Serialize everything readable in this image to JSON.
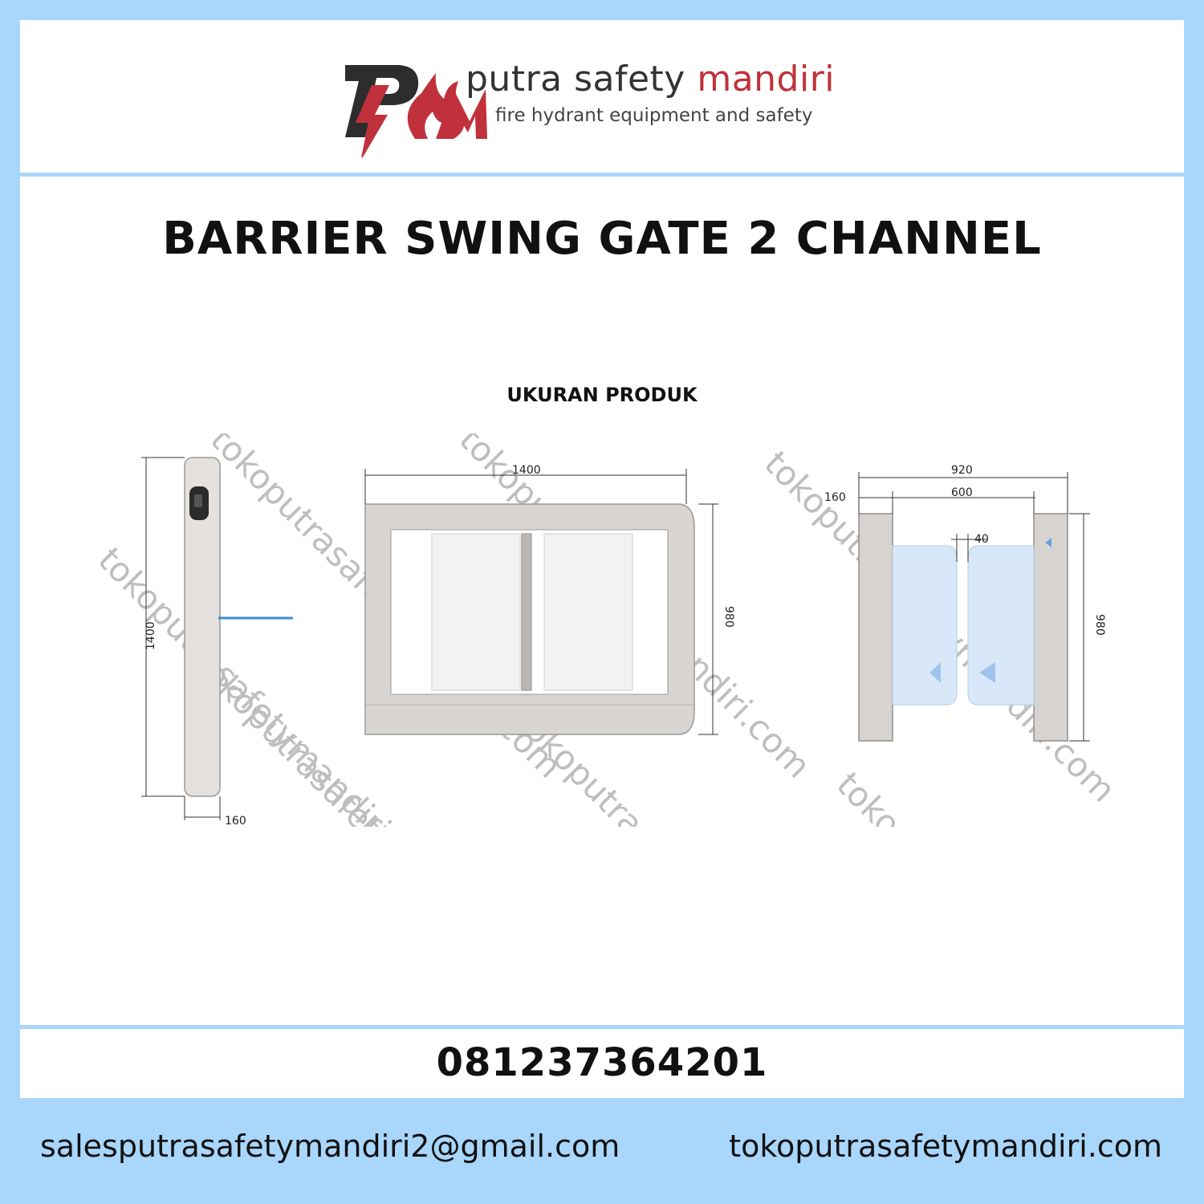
{
  "brand": {
    "logo_letters": "PM",
    "name_part1": "putra safety ",
    "name_part2": "mandiri",
    "tagline": "fire hydrant equipment and safety"
  },
  "product": {
    "title": "BARRIER SWING GATE 2 CHANNEL",
    "section_title": "UKURAN PRODUK"
  },
  "drawing_dims": {
    "side_height": "1400",
    "side_width": "160",
    "front_width": "1400",
    "front_height": "980",
    "top_total_width": "920",
    "top_pillar_width": "160",
    "top_passage": "600",
    "top_gap": "40",
    "top_height": "980"
  },
  "watermark": "tokoputrasafetymandiri.com",
  "contact": {
    "phone": "081237364201",
    "email": "salesputrasafetymandiri2@gmail.com",
    "website": "tokoputrasafetymandiri.com"
  },
  "colors": {
    "background": "#a9d6fb",
    "panel": "#ffffff",
    "brand_red": "#c0313b",
    "frame_grey": "#d6d3d0",
    "glass_blue": "#d8e8f8"
  }
}
